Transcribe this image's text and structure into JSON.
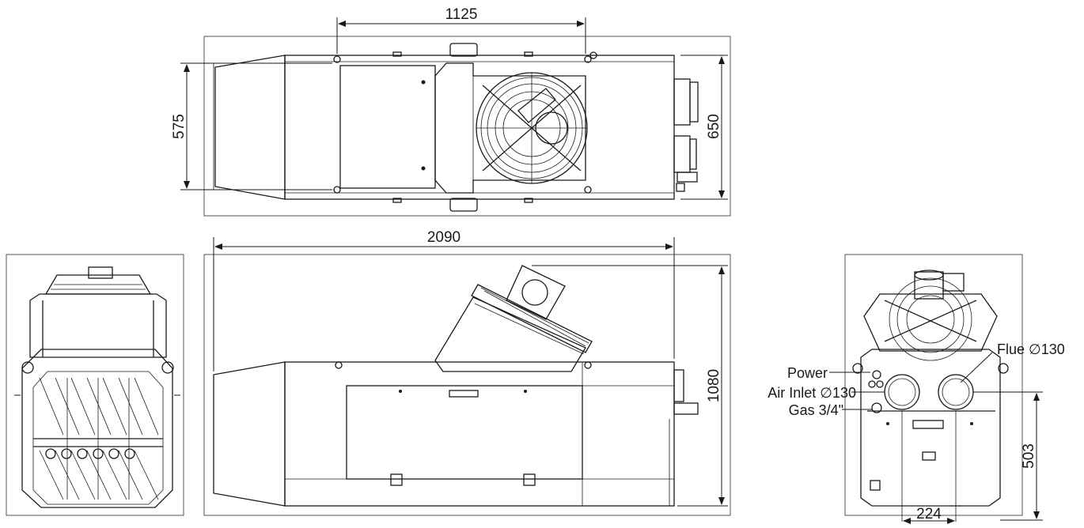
{
  "drawing": {
    "dimensions": {
      "top_length": "1125",
      "top_width": "575",
      "top_overall": "650",
      "side_length": "2090",
      "side_height": "1080",
      "rear_height": "503",
      "rear_spacing": "224"
    },
    "labels": {
      "power": "Power",
      "air_inlet": "Air Inlet ∅130",
      "gas": "Gas 3/4\"",
      "flue": "Flue ∅130"
    },
    "line_color": "#1a1a1a"
  }
}
